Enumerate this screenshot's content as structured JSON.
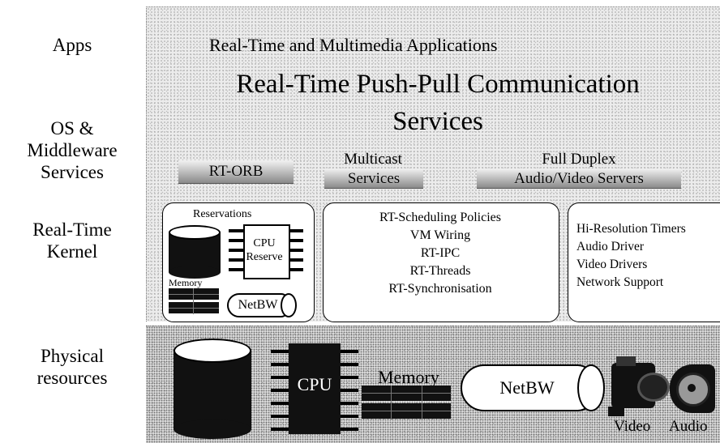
{
  "side_labels": {
    "apps": "Apps",
    "os_middleware": [
      "OS &",
      "Middleware",
      "Services"
    ],
    "kernel": [
      "Real-Time",
      "Kernel"
    ],
    "physical": [
      "Physical",
      "resources"
    ]
  },
  "apps_title": "Real-Time and Multimedia Applications",
  "push_pull": [
    "Real-Time Push-Pull Communication",
    "Services"
  ],
  "middleware": {
    "rt_orb": "RT-ORB",
    "multicast": [
      "Multicast",
      "Services"
    ],
    "full_duplex": [
      "Full Duplex",
      "Audio/Video Servers"
    ]
  },
  "kernel_left": {
    "reservations": "Reservations",
    "cpu_reserve": [
      "CPU",
      "Reserve"
    ],
    "memory": "Memory",
    "netbw": "NetBW"
  },
  "kernel_middle": [
    "RT-Scheduling Policies",
    "VM Wiring",
    "RT-IPC",
    "RT-Threads",
    "RT-Synchronisation"
  ],
  "kernel_right": [
    "Hi-Resolution Timers",
    "Audio Driver",
    "Video Drivers",
    "Network Support"
  ],
  "physical": {
    "cpu": "CPU",
    "memory": "Memory",
    "netbw": "NetBW",
    "video": "Video",
    "audio": "Audio"
  }
}
